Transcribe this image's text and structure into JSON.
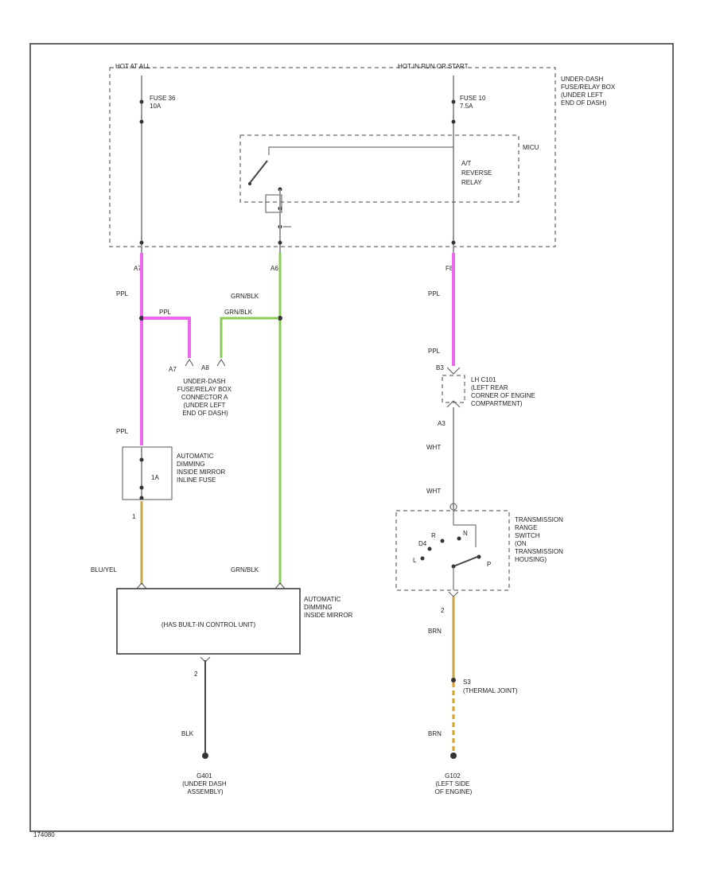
{
  "page_labels": {
    "hot_at_all_times": "HOT AT ALL",
    "hot_run_start": "HOT IN RUN OR START",
    "fuse_box_label": [
      "UNDER-DASH",
      "FUSE/RELAY BOX",
      "(UNDER LEFT",
      "END OF DASH)"
    ],
    "fuse_left": [
      "FUSE 36",
      "10A"
    ],
    "fuse_right": [
      "FUSE 10",
      "7.5A"
    ],
    "mcu_label": "MICU",
    "relay_label": [
      "A/T",
      "REVERSE",
      "RELAY"
    ],
    "pin_a7_top": "A7",
    "pin_a6": "A6",
    "pin_f8": "F8",
    "wire_ppl_1": "PPL",
    "wire_ppl_small": "PPL",
    "wire_grnblk_1": "GRN/BLK",
    "wire_grnblk_small": "GRN/BLK",
    "pin_a7_conn": "A7",
    "pin_a8_conn": "A8",
    "connector_label": [
      "UNDER-DASH",
      "FUSE/RELAY BOX",
      "CONNECTOR A",
      "(UNDER LEFT",
      "END OF DASH)"
    ],
    "wire_ppl_2": "PPL",
    "wire_ppl_3": "PPL",
    "inline_fuse_label": [
      "AUTOMATIC",
      "DIMMING",
      "INSIDE MIRROR",
      "INLINE FUSE"
    ],
    "inline_fuse_value": "1A",
    "pin_1": "1",
    "wire_blu_yel": "BLU/YEL",
    "wire_grnblk_2": "GRN/BLK",
    "control_unit": "(HAS BUILT-IN CONTROL UNIT)",
    "mirror_label": [
      "AUTOMATIC",
      "DIMMING",
      "INSIDE MIRROR"
    ],
    "pin_2_mirror": "2",
    "wire_blk": "BLK",
    "ground_g401": [
      "G401",
      "(UNDER DASH",
      "ASSEMBLY)"
    ],
    "c101_pin": "B3",
    "c101_label": [
      "LH C101",
      "(LEFT REAR",
      "CORNER OF ENGINE",
      "COMPARTMENT)"
    ],
    "pin_a3": "A3",
    "wire_wht_1": "WHT",
    "wire_wht_2": "WHT",
    "trans_label": [
      "TRANSMISSION",
      "RANGE",
      "SWITCH",
      "(ON",
      "TRANSMISSION",
      "HOUSING)"
    ],
    "pos_r": "R",
    "pos_n": "N",
    "pos_d4": "D4",
    "pos_l": "L",
    "pos_p": "P",
    "pin_2_trans": "2",
    "wire_brn_1": "BRN",
    "splice_label": [
      "S3",
      "(THERMAL JOINT)"
    ],
    "wire_brn_2": "BRN",
    "ground_g102": [
      "G102",
      "(LEFT SIDE",
      "OF ENGINE)"
    ],
    "figure_id": "174080"
  },
  "colors": {
    "pink": "#ee66ee",
    "green": "#88cc55",
    "tan": "#c9a84a",
    "gray": "#9a9a9a"
  }
}
